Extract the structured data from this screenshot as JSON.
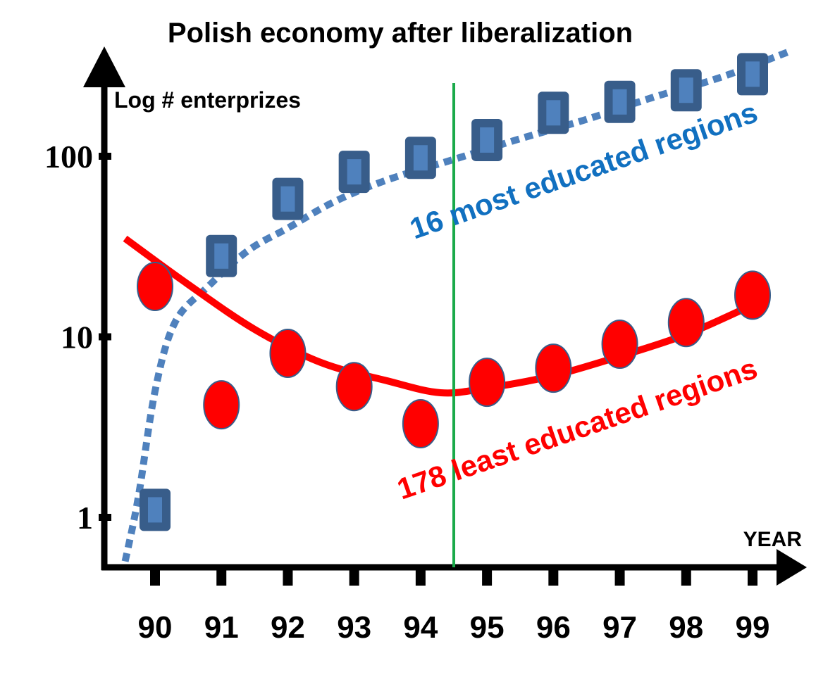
{
  "chart_data": {
    "type": "scatter",
    "title": "Polish economy after liberalization",
    "ylabel": "Log # enterprizes",
    "xlabel": "YEAR",
    "yscale": "log",
    "yticks": [
      1,
      10,
      100
    ],
    "ytick_labels": [
      "1",
      "10",
      "100"
    ],
    "x": [
      90,
      91,
      92,
      93,
      94,
      95,
      96,
      97,
      98,
      99
    ],
    "xtick_labels": [
      "90",
      "91",
      "92",
      "93",
      "94",
      "95",
      "96",
      "97",
      "98",
      "99"
    ],
    "vline_x": 94.5,
    "vline_color": "#1aaa4a",
    "series": [
      {
        "name": "16 most educated regions",
        "marker": "rounded-square",
        "color": "#4f81bd",
        "edge_color": "#385d8a",
        "values": [
          1.1,
          28,
          58,
          82,
          98,
          123,
          174,
          200,
          232,
          285
        ],
        "trend": {
          "style": "dotted",
          "color": "#4f81bd",
          "points": [
            [
              89.55,
              0.57
            ],
            [
              89.75,
              1.3
            ],
            [
              90.0,
              5
            ],
            [
              90.3,
              12
            ],
            [
              90.8,
              19
            ],
            [
              91.4,
              30
            ],
            [
              92.0,
              40
            ],
            [
              92.7,
              56
            ],
            [
              93.5,
              74
            ],
            [
              94.5,
              96
            ],
            [
              95.5,
              125
            ],
            [
              96.5,
              160
            ],
            [
              97.5,
              212
            ],
            [
              98.5,
              272
            ],
            [
              99.55,
              380
            ]
          ]
        },
        "annotation": {
          "text": "16 most educated regions",
          "color": "#1170c0"
        }
      },
      {
        "name": "178 least educated regions",
        "marker": "ellipse",
        "color": "#ff0000",
        "edge_color": "#385d8a",
        "values": [
          19,
          4.2,
          8.1,
          5.3,
          3.3,
          5.6,
          6.7,
          9.1,
          12,
          17
        ],
        "trend": {
          "style": "solid",
          "color": "#ff0000",
          "points": [
            [
              89.55,
              35
            ],
            [
              90.5,
              19.5
            ],
            [
              91.5,
              11
            ],
            [
              92.5,
              7.2
            ],
            [
              93.5,
              5.7
            ],
            [
              94.3,
              4.9
            ],
            [
              95.0,
              5.2
            ],
            [
              96.0,
              6.1
            ],
            [
              97.0,
              7.8
            ],
            [
              98.0,
              10.3
            ],
            [
              99.0,
              15
            ]
          ]
        },
        "annotation": {
          "text": "178 least educated regions",
          "color": "#ff0000"
        }
      }
    ]
  }
}
